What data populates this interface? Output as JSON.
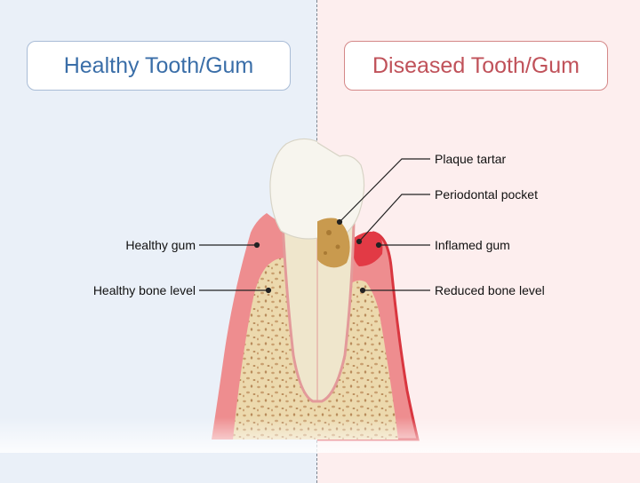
{
  "titles": {
    "healthy": "Healthy Tooth/Gum",
    "diseased": "Diseased Tooth/Gum"
  },
  "labels": {
    "healthy_gum": "Healthy gum",
    "healthy_bone_level": "Healthy bone level",
    "plaque_tartar": "Plaque tartar",
    "periodontal_pocket": "Periodontal pocket",
    "inflamed_gum": "Inflamed gum",
    "reduced_bone_level": "Reduced bone level"
  },
  "colors": {
    "healthy_bg": "#eaf0f8",
    "diseased_bg": "#fdeeee",
    "healthy_title": "#3a6ea8",
    "diseased_title": "#c0525a",
    "gum": "#ee8d8f",
    "bone": "#ecd9ad",
    "enamel": "#f7f5ee",
    "root": "#efe6cc",
    "tartar": "#c99a4e",
    "inflamed": "#e23a45"
  }
}
